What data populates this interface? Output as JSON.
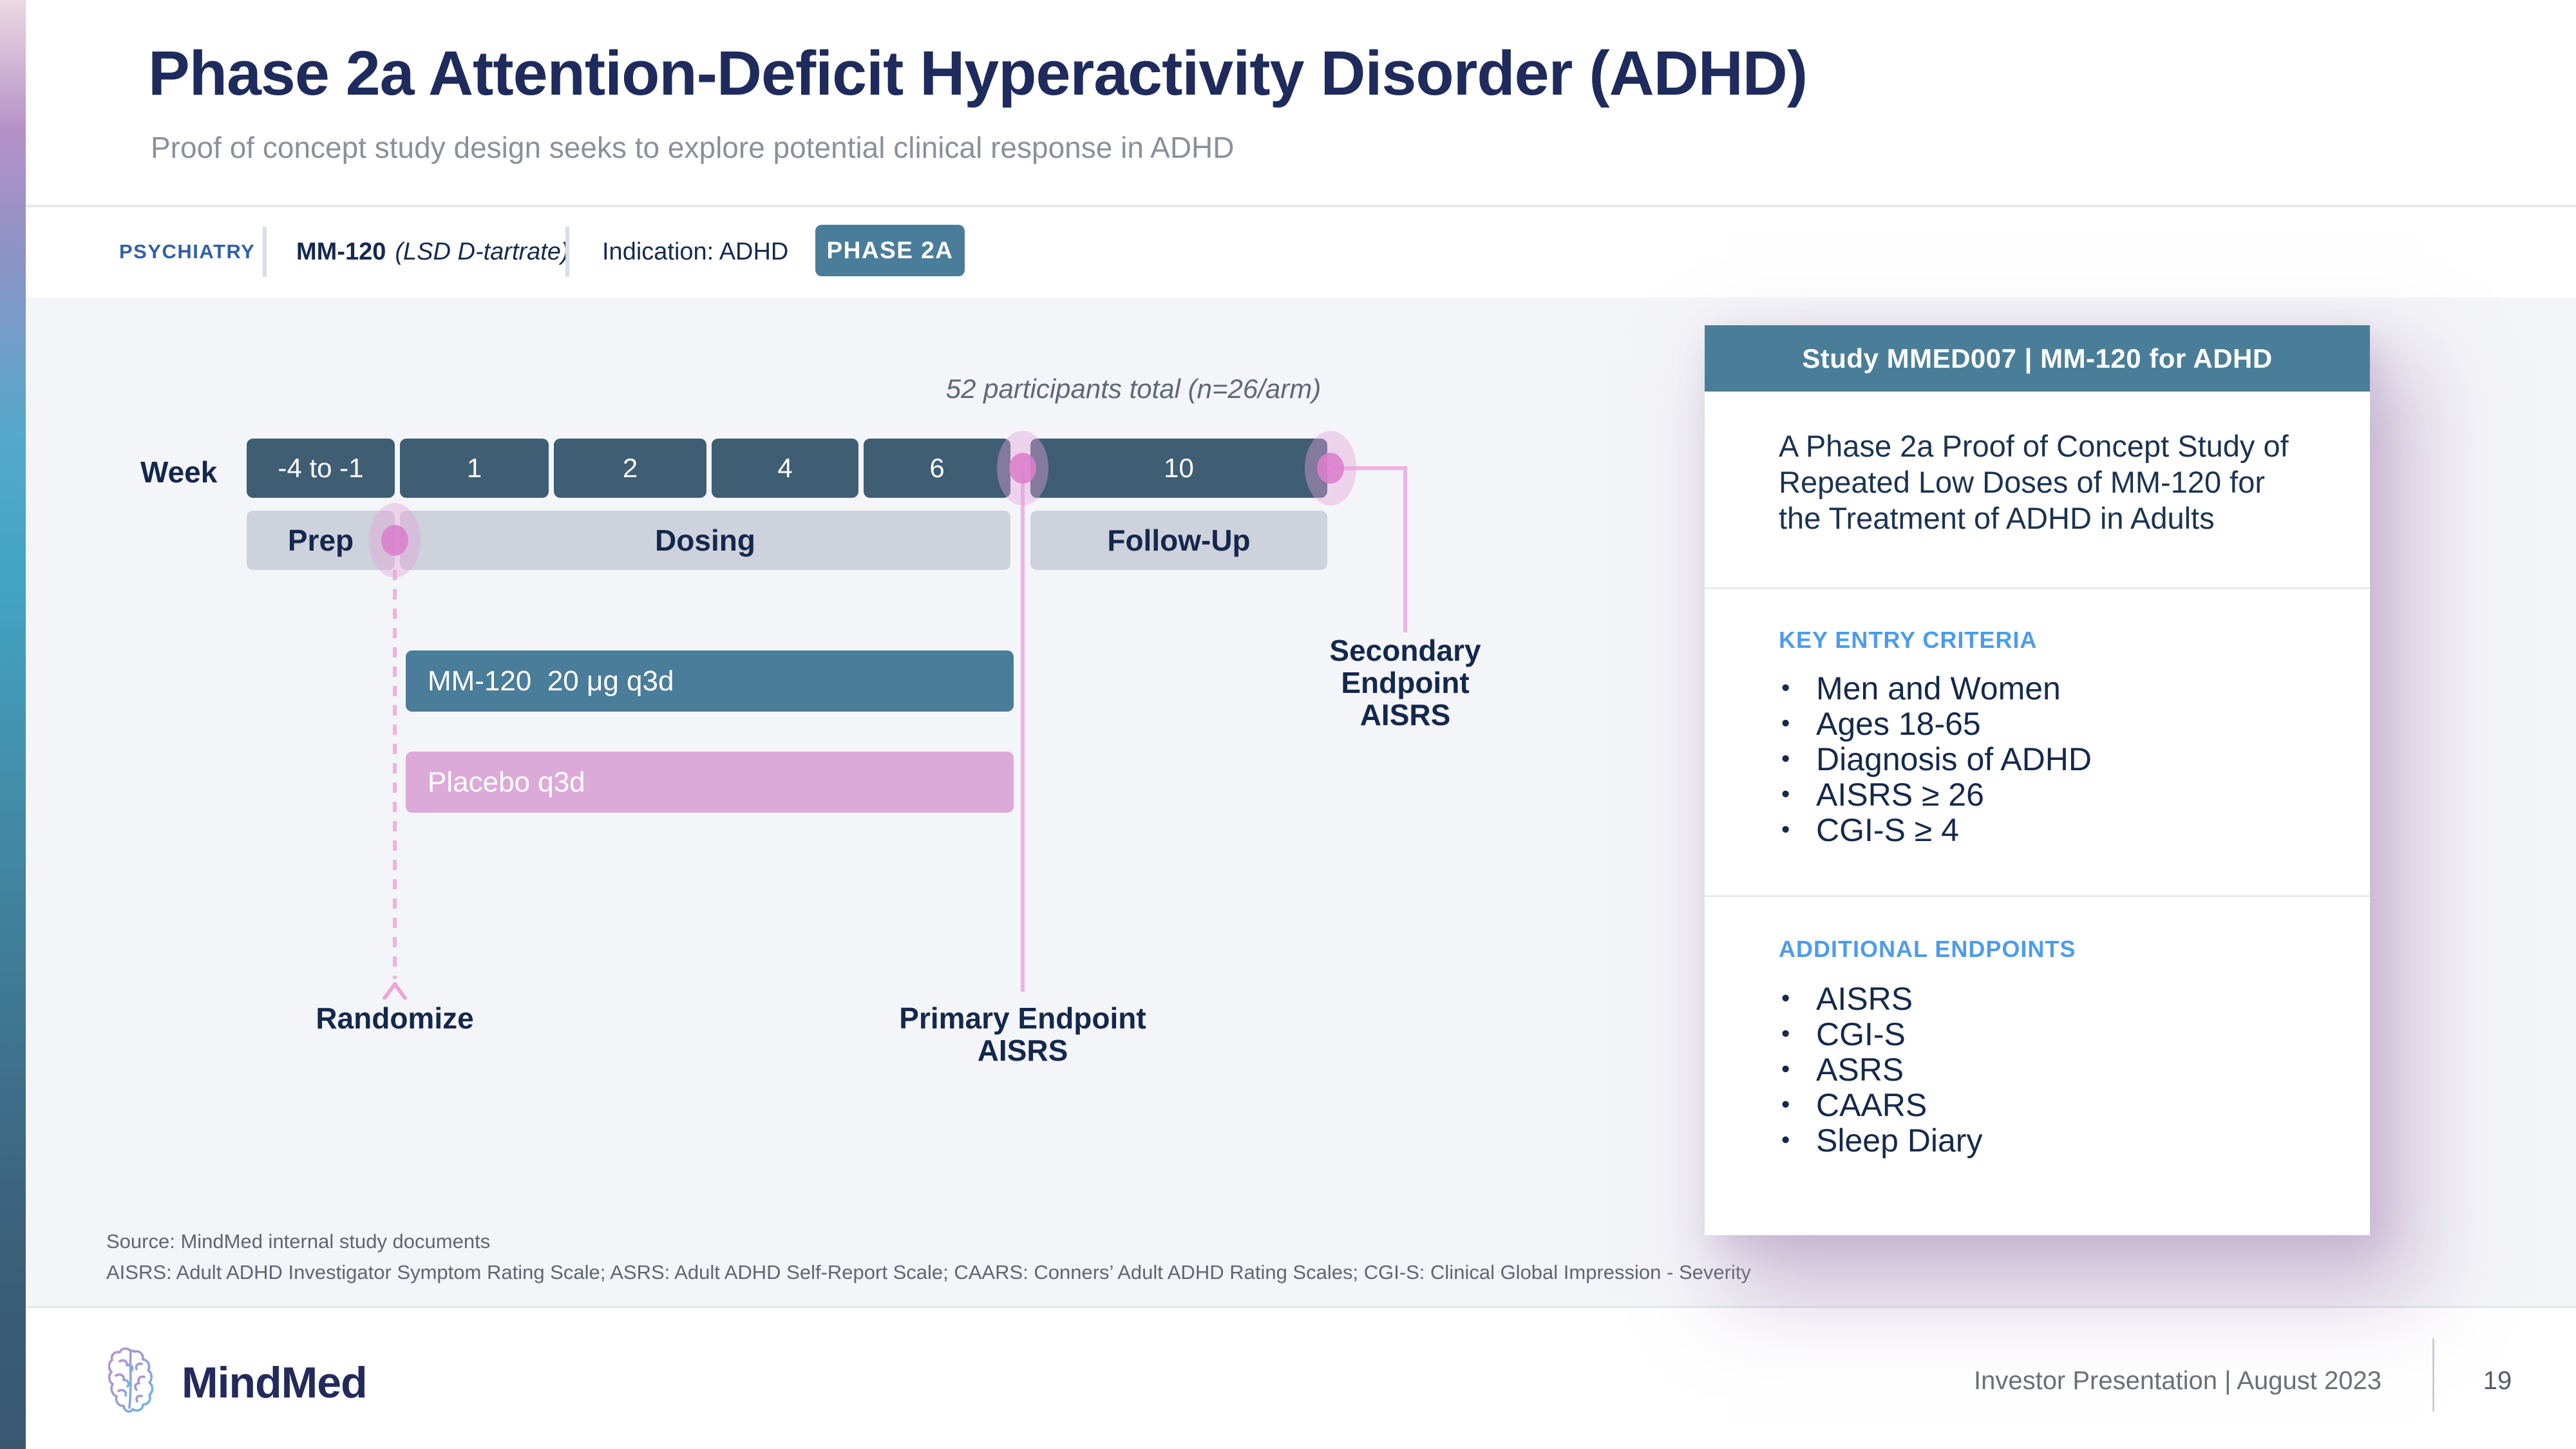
{
  "colors": {
    "accent_teal": "#4a7d99",
    "week_box": "#3f5d73",
    "phase_box": "#cdd2dc",
    "placebo_pink": "#dcaad8",
    "connector_pink": "#f0b2e4",
    "navy_text": "#14284d",
    "title_navy": "#1e2b5c",
    "section_heading_blue": "#4d9cea",
    "psychiatry_blue": "#3260a8",
    "slide_band_gray": "#f4f5f8"
  },
  "header": {
    "title": "Phase 2a Attention-Deficit Hyperactivity Disorder (ADHD)",
    "subtitle": "Proof of concept study design seeks to explore potential clinical response in ADHD"
  },
  "breadcrumb": {
    "category": "PSYCHIATRY",
    "drug": "MM-120",
    "drug_note": "(LSD D-tartrate)",
    "indication": "Indication: ADHD",
    "phase_badge": "PHASE 2A"
  },
  "diagram": {
    "participants_note": "52 participants total (n=26/arm)",
    "week_label": "Week",
    "weeks": [
      "-4 to -1",
      "1",
      "2",
      "4",
      "6",
      "10"
    ],
    "phases": [
      "Prep",
      "Dosing",
      "Follow-Up"
    ],
    "arms": [
      "MM-120  20 μg q3d",
      "Placebo q3d"
    ],
    "annotations": {
      "randomize": "Randomize",
      "primary": [
        "Primary Endpoint",
        "AISRS"
      ],
      "secondary": [
        "Secondary Endpoint",
        "AISRS"
      ]
    }
  },
  "panel": {
    "header": "Study MMED007 | MM-120 for ADHD",
    "description": "A Phase 2a Proof of Concept Study of Repeated Low Doses of MM-120 for the Treatment of ADHD in Adults",
    "key_entry_criteria": {
      "heading": "KEY ENTRY CRITERIA",
      "items": [
        "Men and Women",
        "Ages 18-65",
        "Diagnosis of ADHD",
        "AISRS ≥ 26",
        "CGI-S ≥ 4"
      ]
    },
    "additional_endpoints": {
      "heading": "ADDITIONAL ENDPOINTS",
      "items": [
        "AISRS",
        "CGI-S",
        "ASRS",
        "CAARS",
        "Sleep Diary"
      ]
    }
  },
  "footnotes": {
    "source": "Source: MindMed internal study documents",
    "abbreviations": "AISRS: Adult ADHD Investigator Symptom Rating Scale; ASRS: Adult ADHD Self-Report Scale; CAARS: Conners’ Adult ADHD Rating Scales; CGI-S: Clinical Global Impression - Severity"
  },
  "footer": {
    "brand": "MindMed",
    "presentation": "Investor Presentation | August 2023",
    "page": "19"
  }
}
